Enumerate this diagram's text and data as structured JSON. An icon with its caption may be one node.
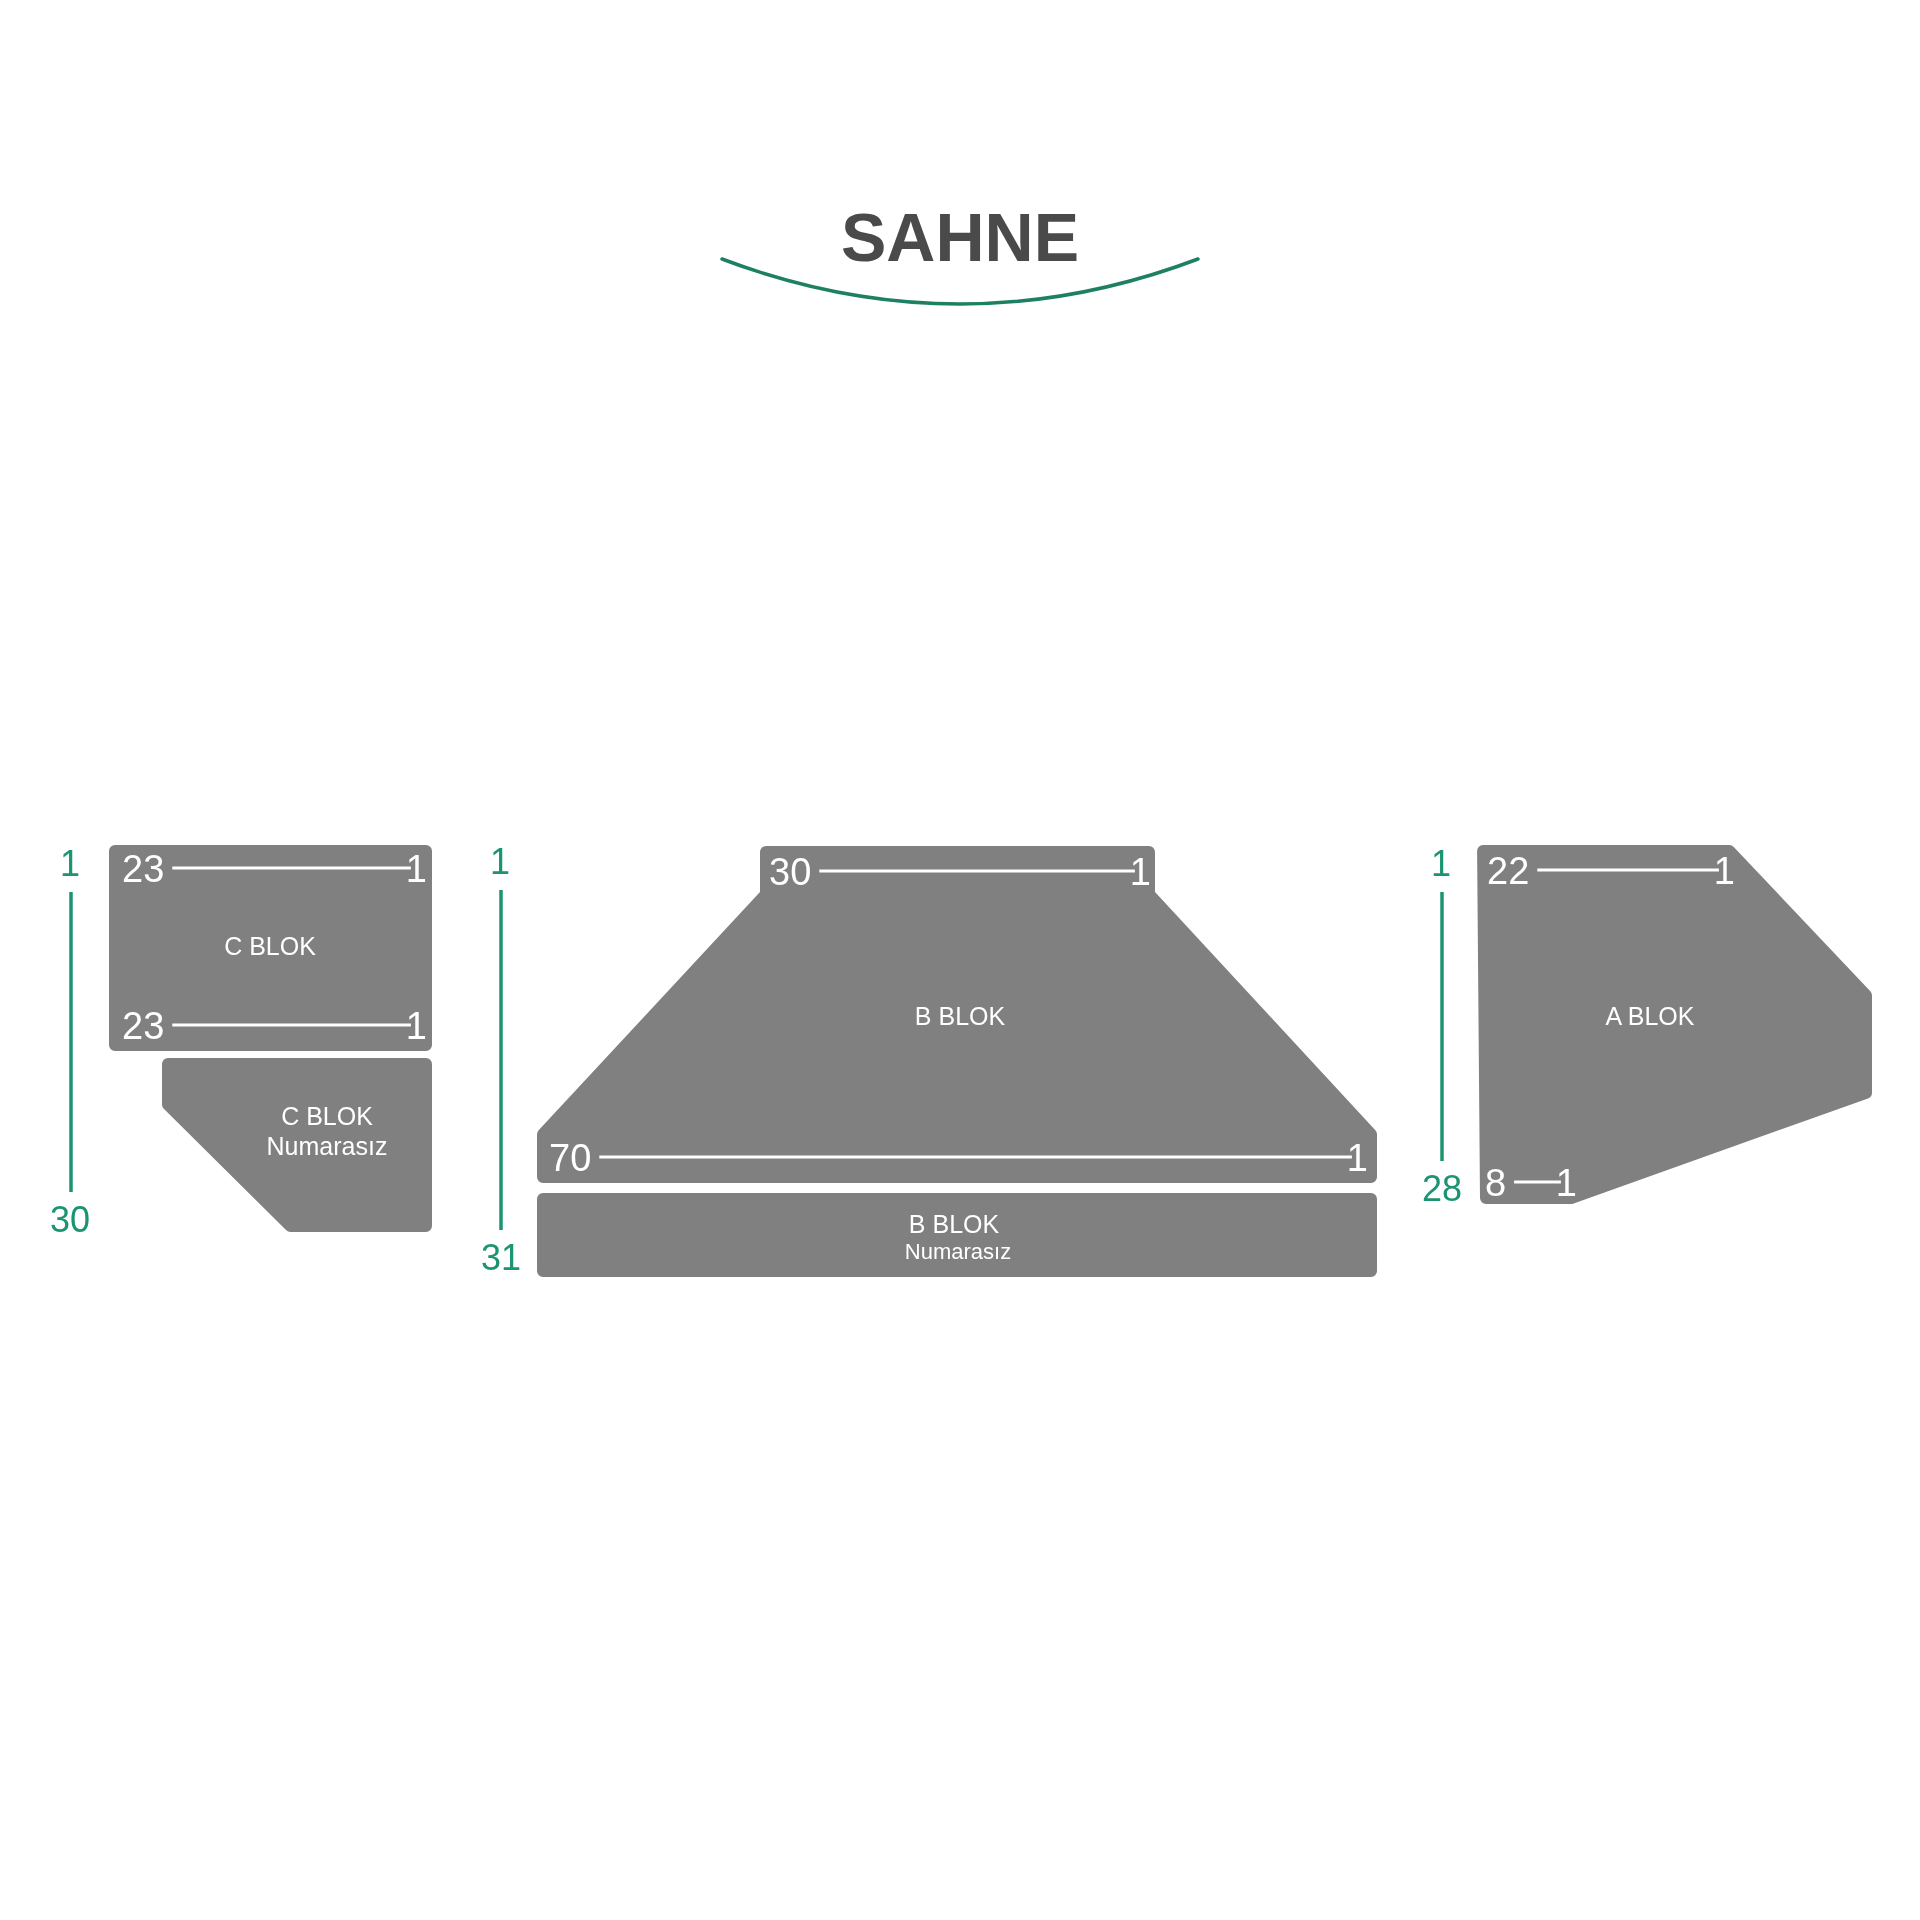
{
  "diagram": {
    "nodes": [
      {
        "text": [
          "23",
          "1",
          "C BLOK",
          "23",
          "1"
        ]
      },
      {
        "text": [
          "C BLOK",
          "Numarasız"
        ]
      },
      {
        "text": [
          "30",
          "1",
          "B BLOK",
          "70",
          "1"
        ]
      },
      {
        "text": [
          "B BLOK",
          "Numarasız"
        ]
      },
      {
        "text": [
          "22",
          "1",
          "A BLOK",
          "8",
          "1"
        ]
      }
    ],
    "labels": [
      "SAHNE",
      "1",
      "30",
      "1",
      "31",
      "1",
      "28"
    ]
  }
}
